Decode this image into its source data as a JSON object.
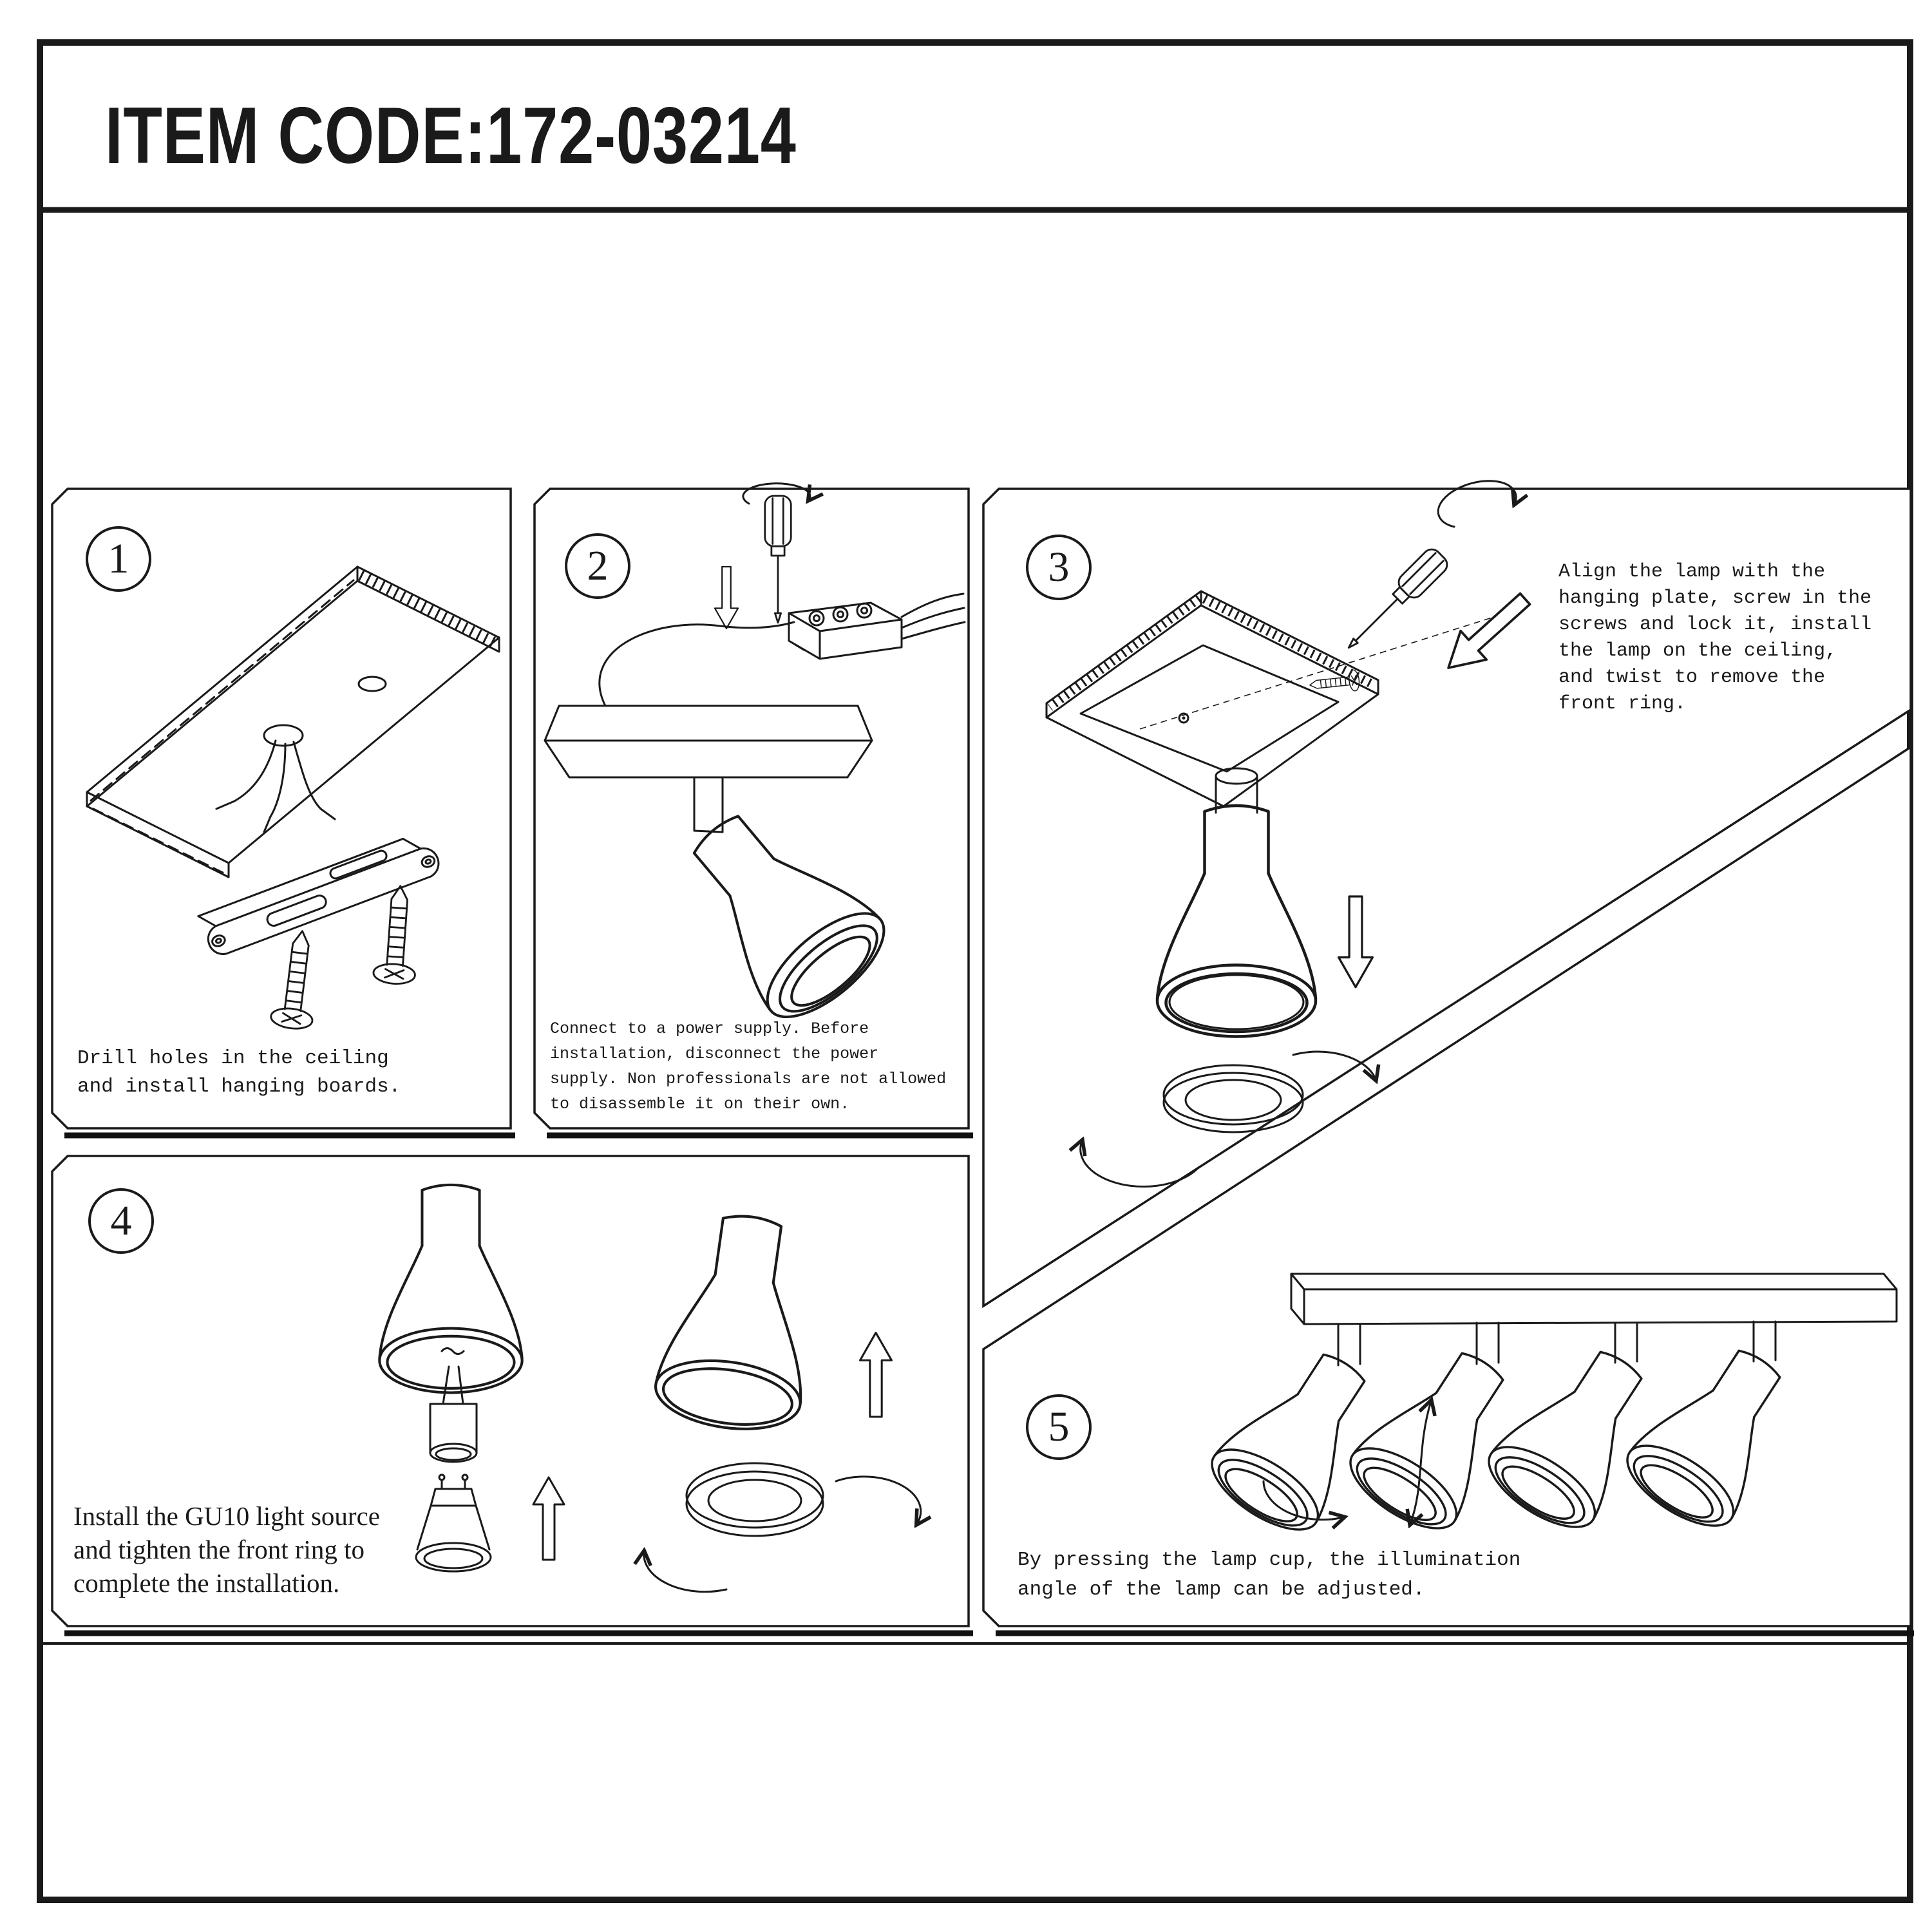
{
  "header": {
    "item_code": "ITEM CODE:172-03214"
  },
  "colors": {
    "ink": "#1a1a1a",
    "paper": "#ffffff"
  },
  "steps": [
    {
      "number": "1",
      "caption": "Drill holes in the ceiling\nand install hanging boards."
    },
    {
      "number": "2",
      "caption": "Connect to a power supply. Before\ninstallation, disconnect the power\nsupply. Non professionals are not allowed\nto disassemble it on their own."
    },
    {
      "number": "3",
      "caption": "Align the lamp with the\nhanging plate, screw in the\nscrews and lock it, install\nthe lamp on the ceiling,\nand twist to remove the\nfront ring."
    },
    {
      "number": "4",
      "caption": "Install the GU10 light source\nand tighten the front ring to\ncomplete the installation."
    },
    {
      "number": "5",
      "caption": "By pressing the lamp cup, the illumination\nangle of the lamp can be adjusted."
    }
  ]
}
